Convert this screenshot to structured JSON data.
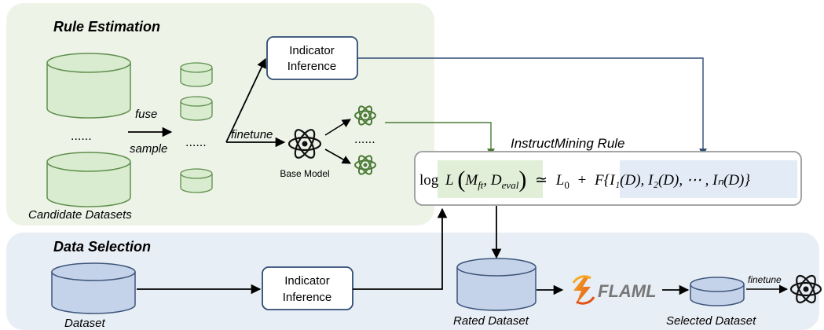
{
  "sections": {
    "rule_estimation": "Rule Estimation",
    "data_selection": "Data Selection"
  },
  "labels": {
    "fuse": "fuse",
    "sample": "sample",
    "finetune": "finetune",
    "finetune_small": "finetune",
    "dots_left": "......",
    "dots_mid": "......",
    "dots_right": "......",
    "candidate_datasets": "Candidate Datasets",
    "base_model": "Base Model",
    "dataset": "Dataset",
    "rated_dataset": "Rated Dataset",
    "selected_dataset": "Selected Dataset",
    "rule_title": "InstructMining Rule",
    "flaml": "FLAML"
  },
  "boxes": {
    "indicator_top_line1": "Indicator",
    "indicator_top_line2": "Inference",
    "indicator_bottom_line1": "Indicator",
    "indicator_bottom_line2": "Inference"
  },
  "formula": {
    "log": "log",
    "L": "L",
    "M": "M",
    "ft": "ft",
    "D": "D",
    "eval": "eval",
    "approx": "≃",
    "L0": "L",
    "zero": "0",
    "plus": "+",
    "F": "F",
    "rhs": "{I₁(D), I₂(D), ⋯ , Iₙ(D)}"
  },
  "colors": {
    "green_panel": "#eef3e8",
    "blue_panel": "#e8eef5",
    "green_fill": "#d9ecd0",
    "green_stroke": "#5f8f4c",
    "blue_fill": "#c5d3ea",
    "blue_stroke": "#3d557a",
    "dark_green": "#4b7a36",
    "navy": "#2f4b73"
  }
}
